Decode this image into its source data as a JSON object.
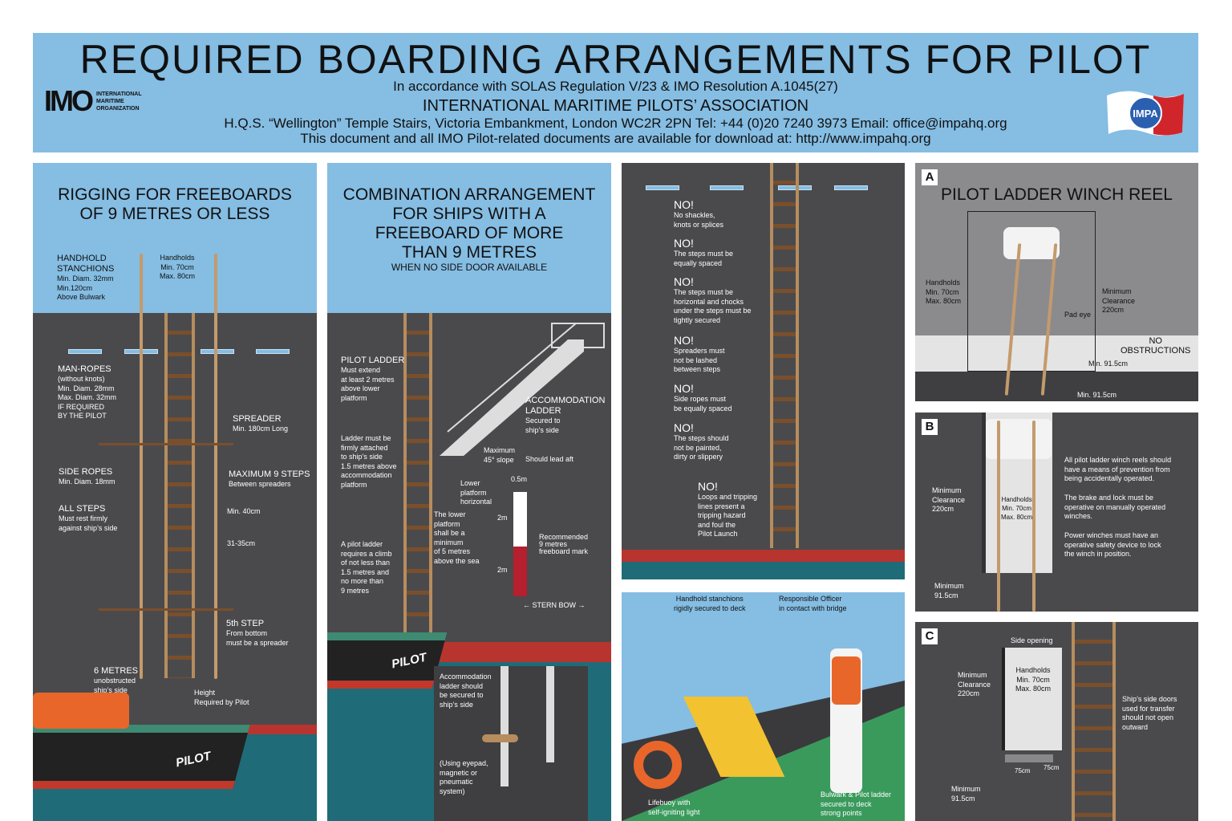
{
  "header": {
    "title": "REQUIRED BOARDING ARRANGEMENTS FOR PILOT",
    "regulation": "In accordance with SOLAS Regulation V/23 & IMO Resolution A.1045(27)",
    "association": "INTERNATIONAL MARITIME PILOTS’ ASSOCIATION",
    "address": "H.Q.S. “Wellington” Temple Stairs, Victoria Embankment, London WC2R 2PN   Tel: +44 (0)20 7240 3973   Email: office@impahq.org",
    "download": "This document and all IMO Pilot-related documents are available for download at: http://www.impahq.org",
    "imo_logo": {
      "mark": "IMO",
      "lines": [
        "INTERNATIONAL",
        "MARITIME",
        "ORGANIZATION"
      ]
    },
    "impa_logo": "IMPA"
  },
  "panel1": {
    "title": [
      "RIGGING FOR FREEBOARDS",
      "OF 9 METRES OR LESS"
    ],
    "stanchions": [
      "HANDHOLD",
      "STANCHIONS",
      "Min. Diam. 32mm",
      "Min.120cm",
      "Above Bulwark"
    ],
    "handholds": [
      "Handholds",
      "Min. 70cm",
      "Max. 80cm"
    ],
    "manropes": [
      "MAN-ROPES",
      "(without knots)",
      "Min. Diam. 28mm",
      "Max. Diam. 32mm",
      "IF REQUIRED",
      "BY THE PILOT"
    ],
    "spreader": [
      "SPREADER",
      "Min. 180cm Long"
    ],
    "side_ropes": [
      "SIDE ROPES",
      "Min. Diam. 18mm"
    ],
    "max_steps": [
      "MAXIMUM 9 STEPS",
      "Between spreaders"
    ],
    "all_steps": [
      "ALL  STEPS",
      "Must rest firmly",
      "against ship’s side"
    ],
    "min40": "Min. 40cm",
    "spacing": "31-35cm",
    "fifth_step": [
      "5th STEP",
      "From bottom",
      "must be a spreader"
    ],
    "six_metres": [
      "6 METRES",
      "unobstructed",
      "ship’s side"
    ],
    "height": [
      "Height",
      "Required by Pilot"
    ],
    "boat_label": "PILOT"
  },
  "panel2": {
    "title": [
      "COMBINATION ARRANGEMENT",
      "FOR SHIPS WITH A",
      "FREEBOARD OF MORE",
      "THAN 9 METRES"
    ],
    "subtitle": "WHEN NO SIDE DOOR AVAILABLE",
    "pilot_ladder": [
      "PILOT LADDER",
      "Must extend",
      "at least 2 metres",
      "above lower",
      "platform"
    ],
    "accommodation": [
      "ACCOMMODATION",
      "LADDER",
      "Secured to",
      "ship’s side"
    ],
    "attached": [
      "Ladder must be",
      "firmly attached",
      "to ship’s side",
      "1.5 metres above",
      "accommodation",
      "platform"
    ],
    "slope": [
      "Maximum",
      "45° slope"
    ],
    "lead_aft": "Should lead aft",
    "lower_platform": [
      "Lower",
      "platform",
      "horizontal"
    ],
    "width": "0.5m",
    "lower_min": [
      "The lower",
      "platform",
      "shall be a",
      "minimum",
      "of 5 metres",
      "above the sea"
    ],
    "mark_upper": "2m",
    "mark_lower": "2m",
    "freeboard_mark": [
      "Recommended",
      "9 metres",
      "freeboard mark"
    ],
    "climb": [
      "A pilot ladder",
      "requires a climb",
      "of not less than",
      "1.5 metres and",
      "no more than",
      "9 metres"
    ],
    "stern_bow": "← STERN  BOW →",
    "boat_label": "PILOT",
    "inset": [
      "Accommodation",
      "ladder should",
      "be secured to",
      "ship’s side"
    ],
    "inset_note": [
      "(Using eyepad,",
      "magnetic or",
      "pneumatic",
      "system)"
    ]
  },
  "panel3": {
    "items": [
      {
        "head": "NO!",
        "text": [
          "No shackles,",
          "knots or splices"
        ]
      },
      {
        "head": "NO!",
        "text": [
          "The steps must be",
          "equally spaced"
        ]
      },
      {
        "head": "NO!",
        "text": [
          "The steps must be",
          "horizontal and chocks",
          "under the steps must be",
          "tightly secured"
        ]
      },
      {
        "head": "NO!",
        "text": [
          "Spreaders must",
          "not be lashed",
          "between steps"
        ]
      },
      {
        "head": "NO!",
        "text": [
          "Side ropes must",
          "be equally spaced"
        ]
      },
      {
        "head": "NO!",
        "text": [
          "The steps should",
          "not be painted,",
          "dirty or slippery"
        ]
      },
      {
        "head": "NO!",
        "text": [
          "Loops and tripping",
          "lines present a",
          "tripping hazard",
          "and foul the",
          "Pilot Launch"
        ]
      }
    ]
  },
  "panel4": {
    "stanchions": [
      "Handhold stanchions",
      "rigidly secured to deck"
    ],
    "officer": [
      "Responsible Officer",
      "in contact with bridge"
    ],
    "lifebuoy": [
      "Lifebuoy with",
      "self-igniting light"
    ],
    "bulwark": [
      "Bulwark & Pilot ladder",
      "secured to deck",
      "strong points"
    ]
  },
  "panelA": {
    "letter": "A",
    "title": "PILOT LADDER WINCH REEL",
    "handholds": [
      "Handholds",
      "Min. 70cm",
      "Max. 80cm"
    ],
    "clearance": [
      "Minimum",
      "Clearance",
      "220cm"
    ],
    "pad_eye": "Pad eye",
    "no_obstructions": [
      "NO",
      "OBSTRUCTIONS"
    ],
    "min_depth": "Min. 91.5cm",
    "min_width": "Min. 91.5cm"
  },
  "panelB": {
    "letter": "B",
    "clearance": [
      "Minimum",
      "Clearance",
      "220cm"
    ],
    "handholds": [
      "Handholds",
      "Min. 70cm",
      "Max. 80cm"
    ],
    "notes": [
      [
        "All pilot ladder winch reels should",
        "have a means of prevention from",
        "being accidentally operated."
      ],
      [
        "The brake and lock must be",
        "operative on manually operated",
        "winches."
      ],
      [
        "Power winches must have an",
        "operative safety device to lock",
        "the winch in position."
      ]
    ],
    "min_width": [
      "Minimum",
      "91.5cm"
    ]
  },
  "panelC": {
    "letter": "C",
    "side_opening": "Side opening",
    "clearance": [
      "Minimum",
      "Clearance",
      "220cm"
    ],
    "handholds": [
      "Handholds",
      "Min. 70cm",
      "Max. 80cm"
    ],
    "doors": [
      "Ship’s side doors",
      "used for transfer",
      "should not open",
      "outward"
    ],
    "w1": "75cm",
    "w2": "75cm",
    "min_width": [
      "Minimum",
      "91.5cm"
    ]
  }
}
